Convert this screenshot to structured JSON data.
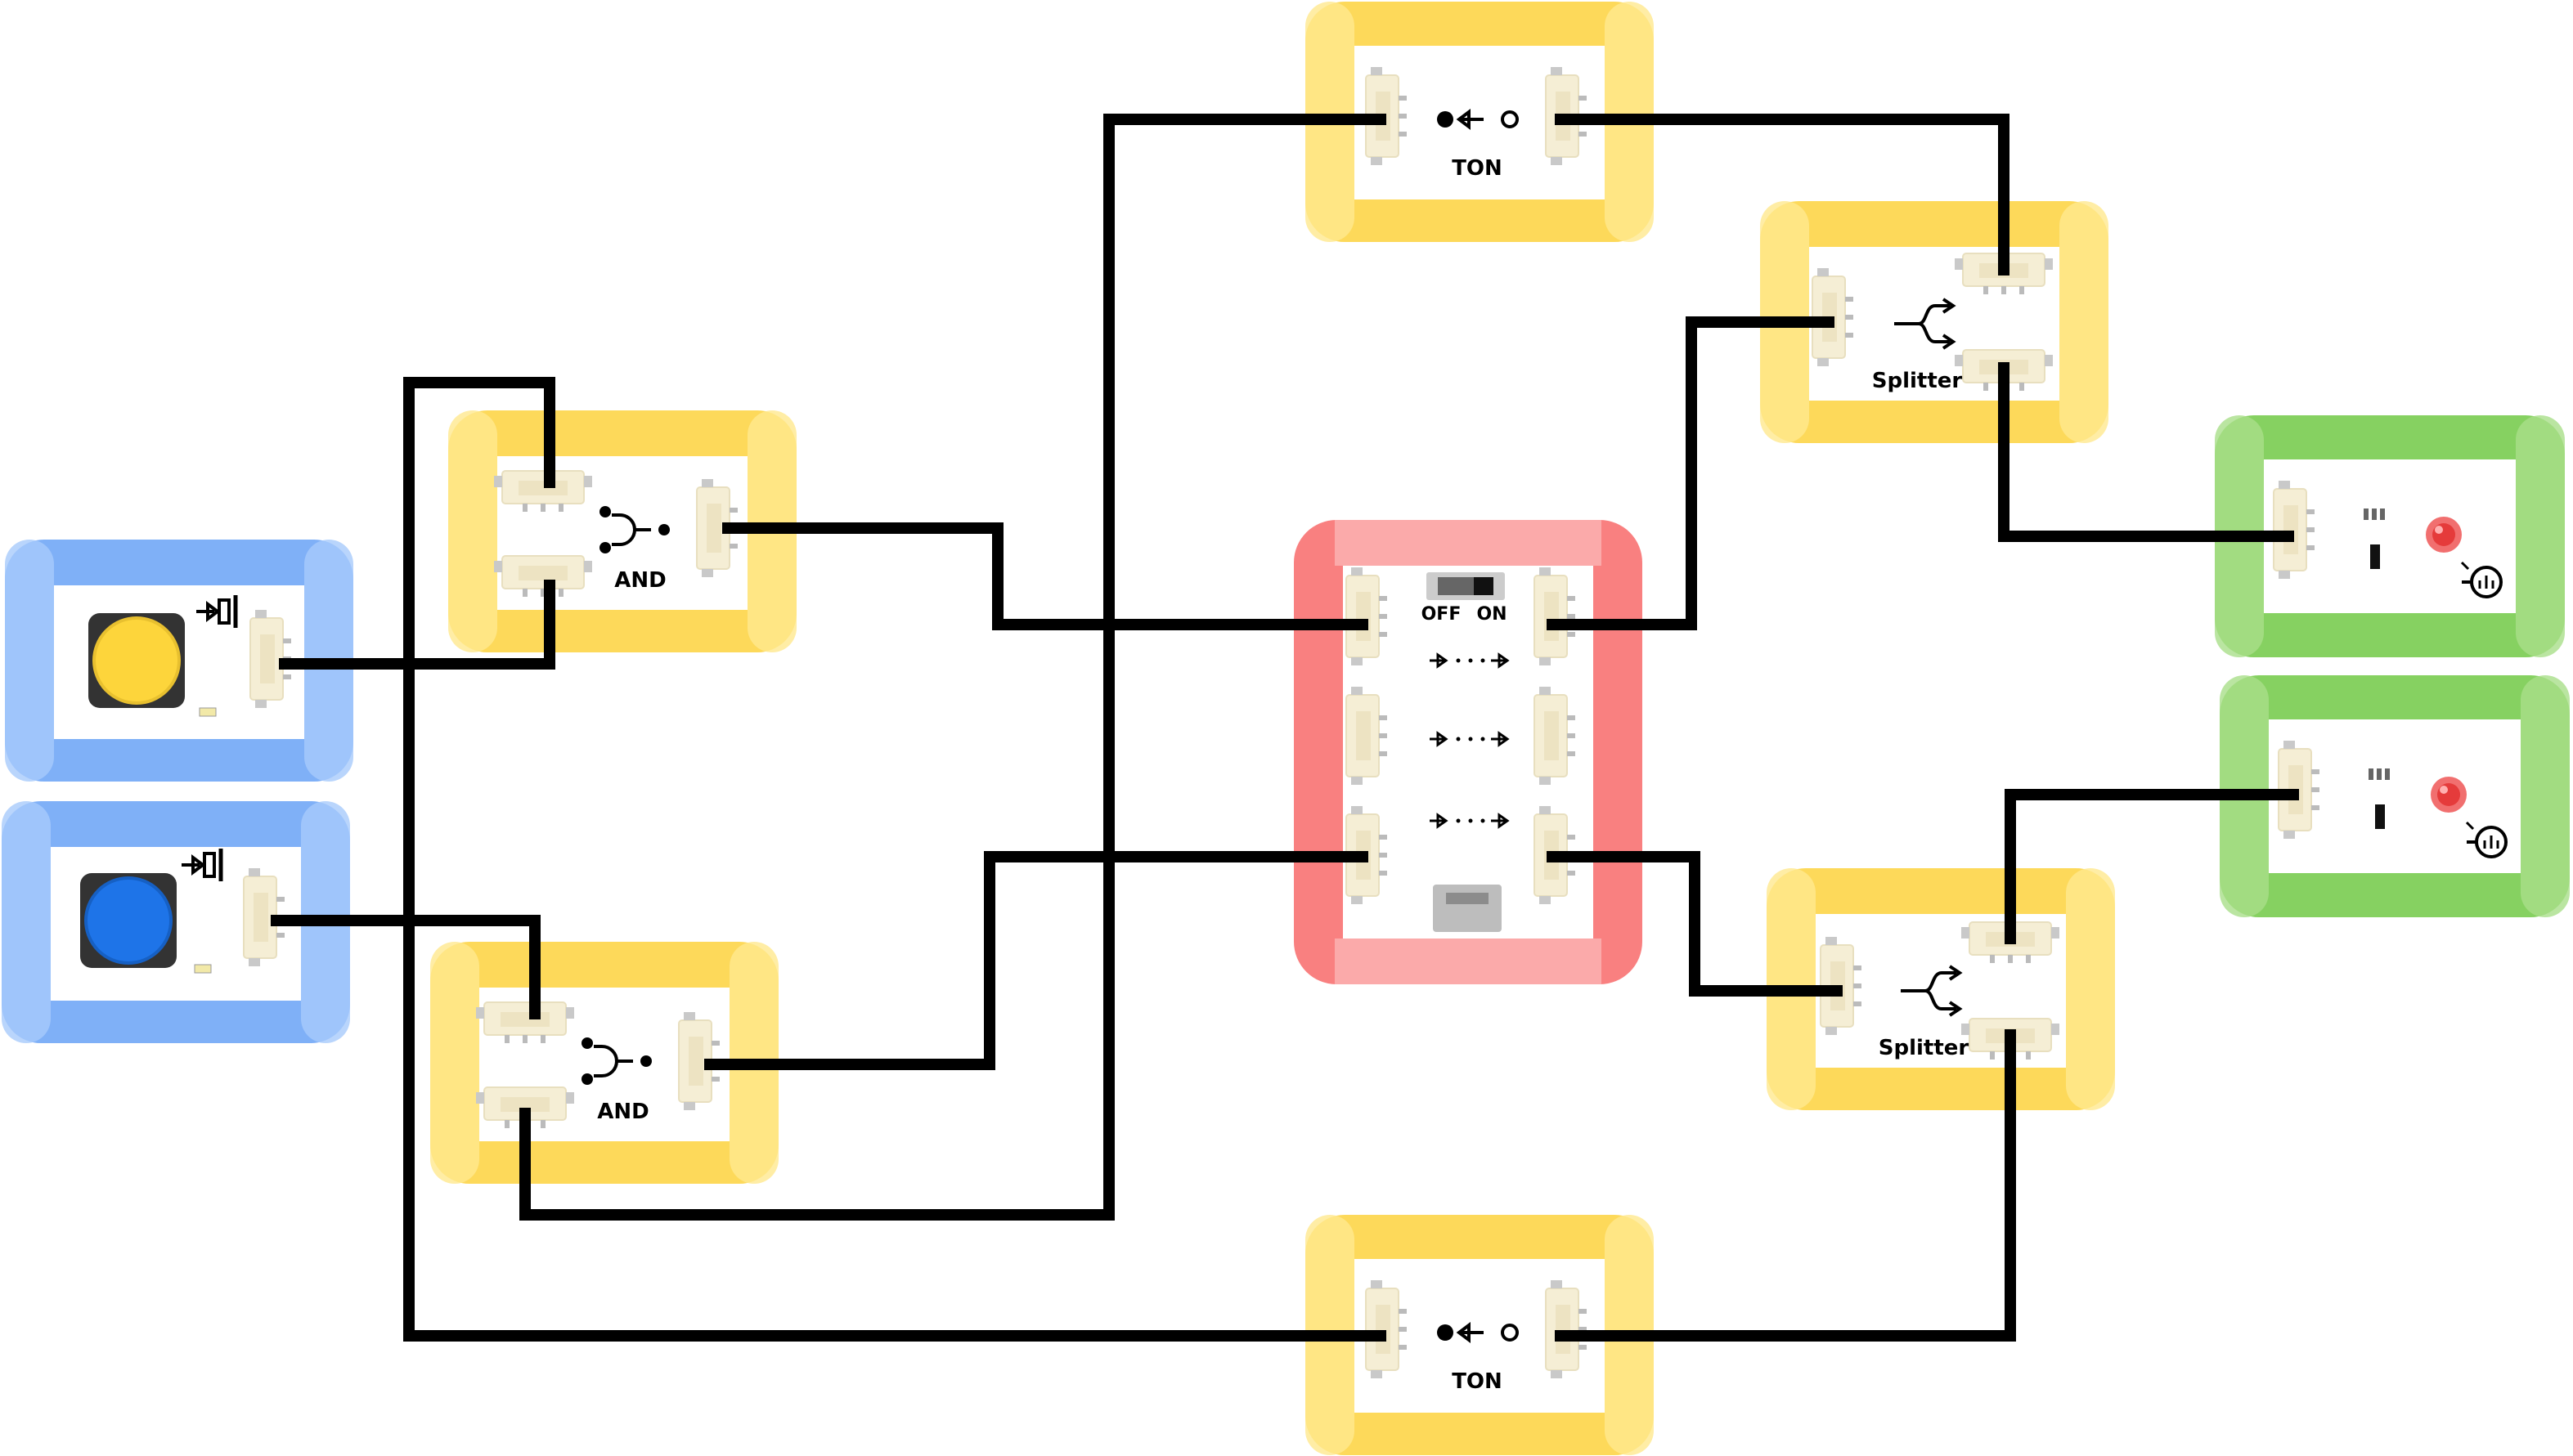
{
  "colors": {
    "logic": "#fdd95a",
    "logic_light": "#ffe88f",
    "input": "#7fb0f7",
    "input_light": "#a8cbfb",
    "output": "#86d161",
    "output_light": "#a9df8a",
    "power": "#f98080",
    "power_light": "#fbaaaa",
    "connector": "#f5eed5",
    "wire": "#000000"
  },
  "modules": {
    "button_yellow": {
      "icon": "push-button-icon"
    },
    "button_blue": {
      "icon": "push-button-icon"
    },
    "and_top": {
      "label": "AND"
    },
    "and_bottom": {
      "label": "AND"
    },
    "ton_top": {
      "label": "TON"
    },
    "ton_bottom": {
      "label": "TON"
    },
    "splitter_top": {
      "label": "Splitter"
    },
    "splitter_bottom": {
      "label": "Splitter"
    },
    "power": {
      "off_label": "OFF",
      "on_label": "ON"
    },
    "led_top": {
      "icon": "light-bulb-icon"
    },
    "led_bottom": {
      "icon": "light-bulb-icon"
    }
  }
}
